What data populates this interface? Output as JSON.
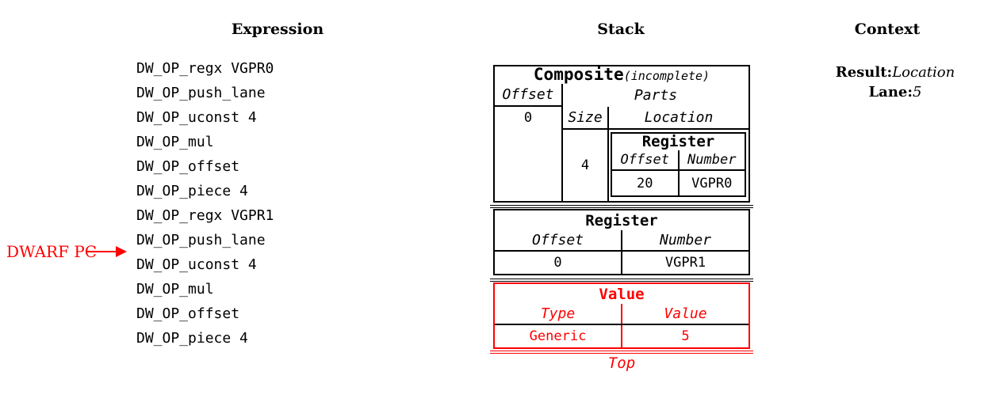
{
  "expression": {
    "title": "Expression",
    "items": [
      "DW_OP_regx VGPR0",
      "DW_OP_push_lane",
      "DW_OP_uconst 4",
      "DW_OP_mul",
      "DW_OP_offset",
      "DW_OP_piece 4",
      "DW_OP_regx VGPR1",
      "DW_OP_push_lane",
      "DW_OP_uconst 4",
      "DW_OP_mul",
      "DW_OP_offset",
      "DW_OP_piece 4"
    ]
  },
  "annotation": {
    "label": "DWARF PC",
    "points_to": "DW_OP_uconst 4",
    "color": "#ff0000"
  },
  "stack": {
    "title": "Stack",
    "composite": {
      "title": "Composite",
      "subtitle": "(incomplete)",
      "offset_header": "Offset",
      "offset_value": "0",
      "parts_header": "Parts",
      "size_header": "Size",
      "location_header": "Location",
      "size_value": "4",
      "register": {
        "title": "Register",
        "offset_header": "Offset",
        "number_header": "Number",
        "offset_value": "20",
        "number_value": "VGPR0"
      }
    },
    "register": {
      "title": "Register",
      "offset_header": "Offset",
      "number_header": "Number",
      "offset_value": "0",
      "number_value": "VGPR1"
    },
    "value": {
      "title": "Value",
      "type_header": "Type",
      "value_header": "Value",
      "type_value": "Generic",
      "value_value": "5"
    },
    "top_label": "Top"
  },
  "context": {
    "title": "Context",
    "lines": [
      {
        "label": "Result:",
        "value": "Location"
      },
      {
        "label": "Lane:",
        "value": "5"
      }
    ]
  },
  "colors": {
    "accent_red": "#ff0000",
    "text": "#000000"
  }
}
